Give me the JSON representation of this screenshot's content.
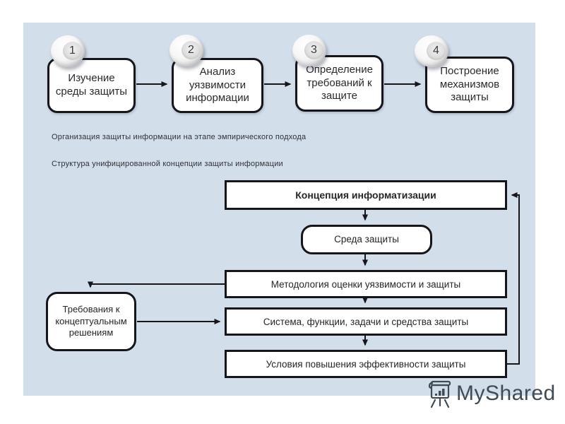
{
  "process_steps": [
    {
      "number": "1",
      "label": "Изучение среды защиты"
    },
    {
      "number": "2",
      "label": "Анализ уязвимости информации"
    },
    {
      "number": "3",
      "label": "Определение требований к защите"
    },
    {
      "number": "4",
      "label": "Построение механизмов защиты"
    }
  ],
  "captions": {
    "line1": "Организация защиты информации на этапе эмпирического подхода",
    "line2": "Структура унифицированной концепции защиты информации"
  },
  "flowchart": {
    "concept_box": "Концепция информатизации",
    "environment_box": "Среда защиты",
    "methodology_box": "Методология оценки уязвимости и защиты",
    "system_box": "Система, функции, задачи и средства защиты",
    "conditions_box": "Условия повышения эффективности защиты",
    "requirements_box": "Требования к концептуальным решениям"
  },
  "footer": {
    "logo_text": "MyShared"
  },
  "colors": {
    "panel_background": "#d3deeb",
    "box_border": "#15151a",
    "logo_text_color": "#3f4b55"
  }
}
